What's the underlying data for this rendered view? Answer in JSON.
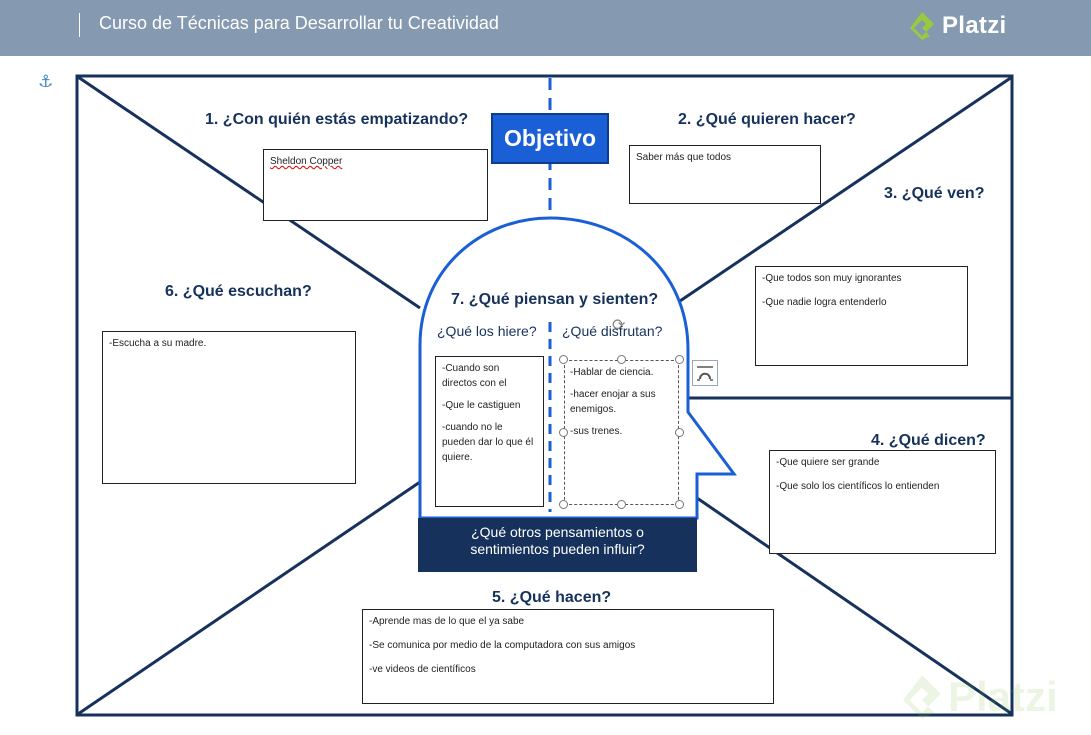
{
  "header": {
    "title": "Curso de Técnicas para Desarrollar tu Creatividad",
    "brand": "Platzi",
    "brand_color": "#98ca3f"
  },
  "canvas": {
    "objetivo": "Objetivo",
    "q1": "1. ¿Con quién estás empatizando?",
    "q2": "2. ¿Qué quieren hacer?",
    "q3": "3. ¿Qué ven?",
    "q4": "4. ¿Qué dicen?",
    "q5": "5. ¿Qué hacen?",
    "q6": "6. ¿Qué escuchan?",
    "q7": "7. ¿Qué piensan y sienten?",
    "hiere": "¿Qué los hiere?",
    "disfrutan": "¿Qué disfrutan?",
    "influir_line1": "¿Qué otros pensamientos o",
    "influir_line2": "sentimientos pueden influir?"
  },
  "answers": {
    "q1": [
      "Sheldon Copper"
    ],
    "q2": [
      "Saber más que todos"
    ],
    "q3": [
      "-Que todos son muy ignorantes",
      "-Que nadie logra entenderlo"
    ],
    "q4": [
      "-Que quiere ser grande",
      "-Que solo los científicos lo entienden"
    ],
    "q5": [
      "-Aprende mas de lo que el ya sabe",
      "-Se comunica por medio de la computadora con sus amigos",
      "-ve videos de científicos"
    ],
    "q6": [
      "-Escucha a su madre."
    ],
    "hiere": [
      "-Cuando son directos con el",
      "-Que le castiguen",
      "-cuando no le pueden dar lo que él quiere."
    ],
    "disfrutan": [
      "-Hablar de ciencia.",
      "-hacer enojar a sus enemigos.",
      "-sus trenes."
    ]
  },
  "watermark": {
    "brand": "Platzi"
  },
  "icons": {
    "anchor": "anchor-icon",
    "logo": "platzi-logo-icon",
    "layout": "layout-options-icon",
    "rotate": "rotate-handle-icon"
  },
  "colors": {
    "navy": "#16325c",
    "accent_blue": "#1a5fd6",
    "header_bg": "#8599b0"
  }
}
